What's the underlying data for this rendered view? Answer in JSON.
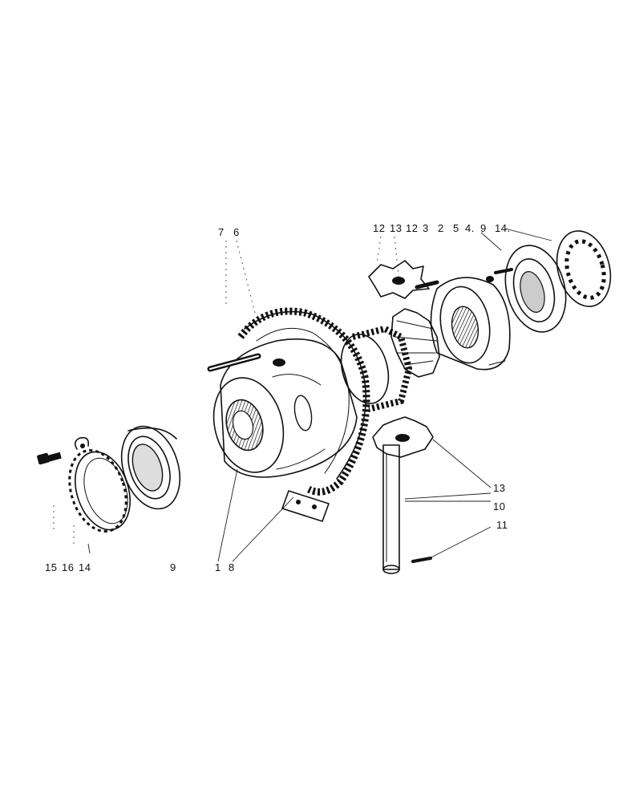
{
  "callouts": {
    "top_left": [
      "7",
      "6"
    ],
    "top_right": [
      "12",
      "13",
      "12",
      "3",
      "2",
      "5",
      "4.",
      "9",
      "14."
    ],
    "bottom_left": [
      "15",
      "16",
      "14"
    ],
    "bottom_left_9": "9",
    "bottom_mid": [
      "1",
      "8"
    ],
    "right_side": [
      "13",
      "10",
      "11"
    ]
  }
}
